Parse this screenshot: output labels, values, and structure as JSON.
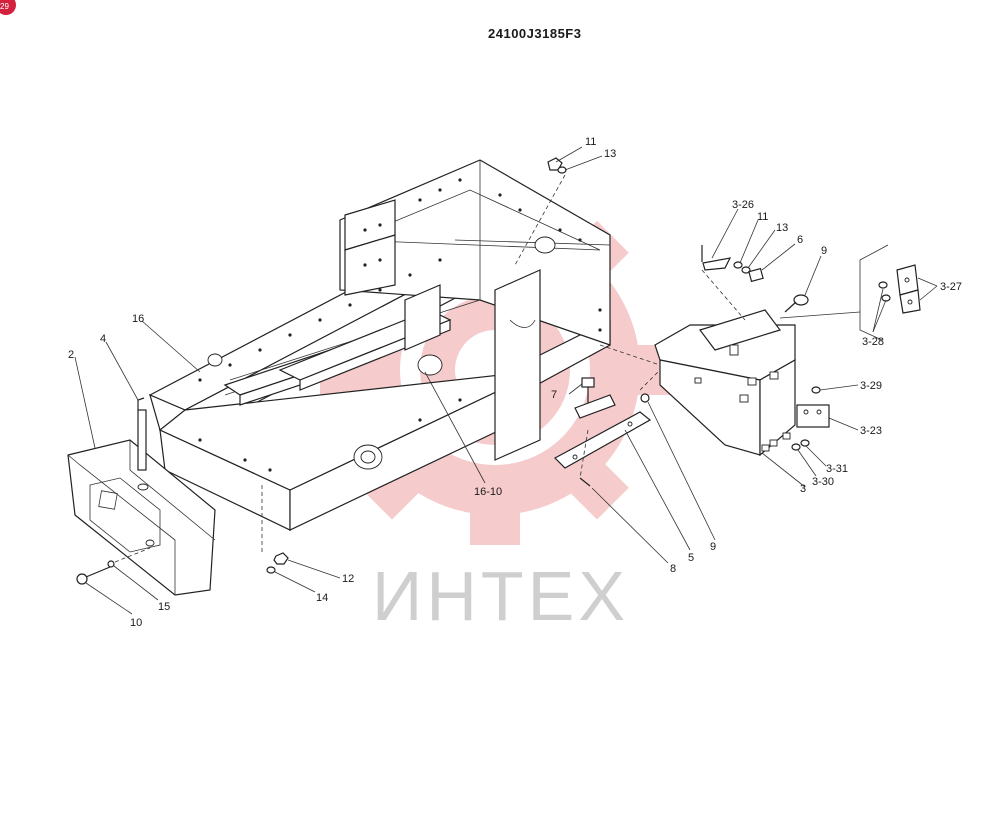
{
  "drawing": {
    "title": "24100J3185F3",
    "watermark": "ИНТЕХ",
    "corner_badge": "29",
    "callouts": {
      "c_11a": "11",
      "c_13a": "13",
      "c_3_26": "3-26",
      "c_11b": "11",
      "c_13b": "13",
      "c_6": "6",
      "c_9a": "9",
      "c_3_27": "3-27",
      "c_3_28": "3-28",
      "c_3_29": "3-29",
      "c_3_23": "3-23",
      "c_3_31": "3-31",
      "c_3": "3",
      "c_3_30": "3-30",
      "c_7": "7",
      "c_16": "16",
      "c_4": "4",
      "c_2": "2",
      "c_16_10": "16-10",
      "c_9b": "9",
      "c_5": "5",
      "c_8": "8",
      "c_12": "12",
      "c_14": "14",
      "c_15": "15",
      "c_10": "10"
    }
  },
  "colors": {
    "line": "#222222",
    "watermark_gear": "#f5c2c2",
    "watermark_text": "#cfcfcf",
    "badge": "#d4213d"
  }
}
